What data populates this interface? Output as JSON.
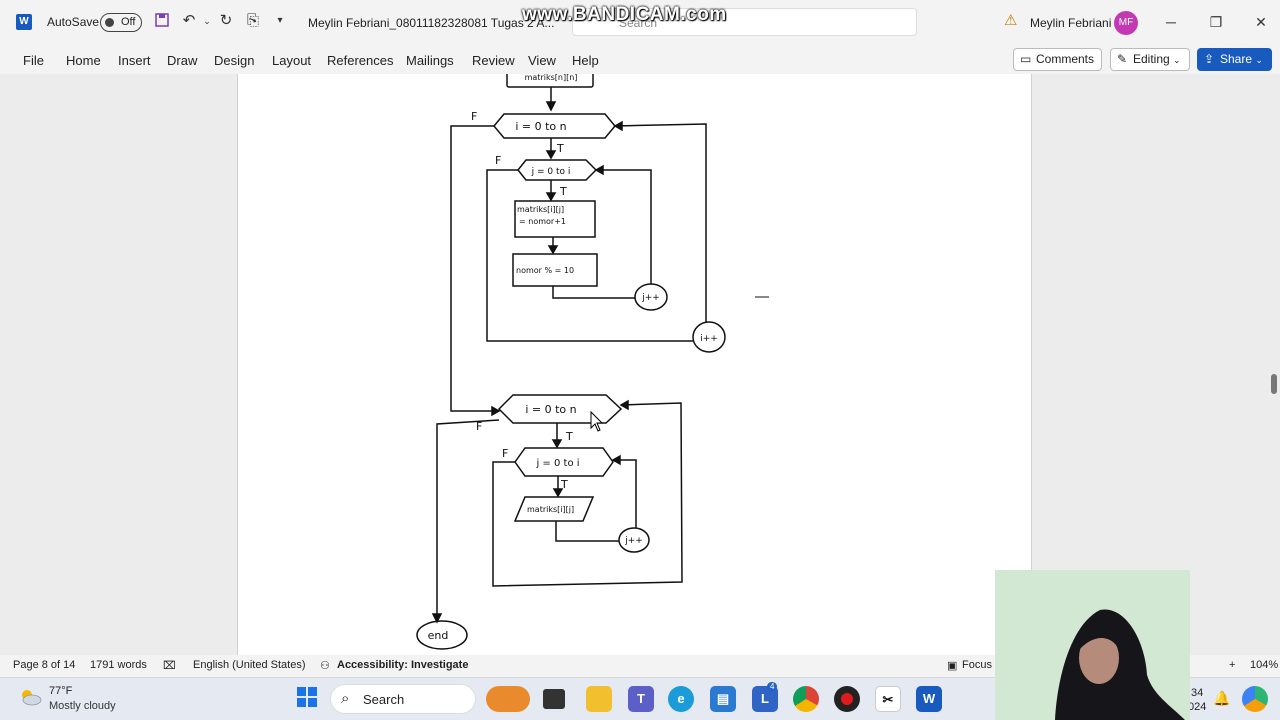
{
  "titlebar": {
    "autosave_label": "AutoSave",
    "autosave_state": "Off",
    "doc_title": "Meylin Febriani_08011182328081 Tugas 2 A...",
    "watermark": "www.BANDICAM.com",
    "search_placeholder": "Search",
    "user_name": "Meylin Febriani",
    "user_initials": "MF"
  },
  "menu": [
    "File",
    "Home",
    "Insert",
    "Draw",
    "Design",
    "Layout",
    "References",
    "Mailings",
    "Review",
    "View",
    "Help"
  ],
  "ribbon_buttons": {
    "comments": "Comments",
    "editing": "Editing",
    "share": "Share"
  },
  "flowchart": {
    "top_box": "matriks[n][n]",
    "loop1_outer": "i = 0 to n",
    "loop1_inner": "j = 0 to i",
    "assign_box": [
      "matriks[i][j]",
      "= nomor+1"
    ],
    "mod_box": "nomor % = 10",
    "inc_j": "j++",
    "inc_i": "i++",
    "loop2_outer": "i = 0 to n",
    "loop2_inner": "j = 0 to i",
    "output_box": "matriks[i][j]",
    "inc_j2": "j++",
    "end": "end",
    "label_true": "T",
    "label_false": "F"
  },
  "status": {
    "page": "Page 8 of 14",
    "words": "1791 words",
    "language": "English (United States)",
    "accessibility": "Accessibility: Investigate",
    "focus": "Focus",
    "zoom": "104%"
  },
  "taskbar": {
    "temperature": "77°F",
    "weather": "Mostly cloudy",
    "search_label": "Search",
    "badge": "4",
    "clock_time": ":34",
    "clock_date": "024"
  }
}
